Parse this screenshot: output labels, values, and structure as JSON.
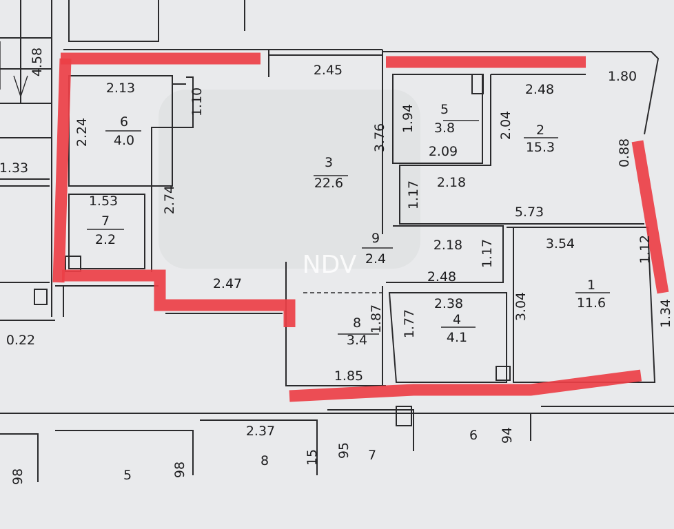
{
  "watermark": "NDV",
  "colors": {
    "paper": "#e9eaec",
    "wall": "#2a2a2c",
    "highlight": "#ec3f47"
  },
  "rooms": [
    {
      "number": "3",
      "area": "22.6"
    },
    {
      "number": "6",
      "area": "4.0"
    },
    {
      "number": "7",
      "area": "2.2"
    },
    {
      "number": "5",
      "area": "3.8"
    },
    {
      "number": "2",
      "area": "15.3"
    },
    {
      "number": "9",
      "area": "2.4"
    },
    {
      "number": "8",
      "area": "3.4"
    },
    {
      "number": "4",
      "area": "4.1"
    },
    {
      "number": "1",
      "area": "11.6"
    }
  ],
  "dims": [
    "4.58",
    "2.13",
    "1.10",
    "2.24",
    "1.33",
    "2.74",
    "2.45",
    "3.76",
    "1.94",
    "2.09",
    "2.04",
    "2.48",
    "1.80",
    "0.88",
    "2.18",
    "1.17",
    "5.73",
    "2.18",
    "1.17",
    "3.54",
    "1.12",
    "2.47",
    "2.48",
    "2.38",
    "1.77",
    "3.04",
    "1.34",
    "1.87",
    "1.85",
    "0.22",
    "1.53"
  ],
  "neighbors": [
    "2.37",
    "8",
    "5",
    "98",
    "98",
    "15",
    "95",
    "7",
    "6",
    "94"
  ]
}
